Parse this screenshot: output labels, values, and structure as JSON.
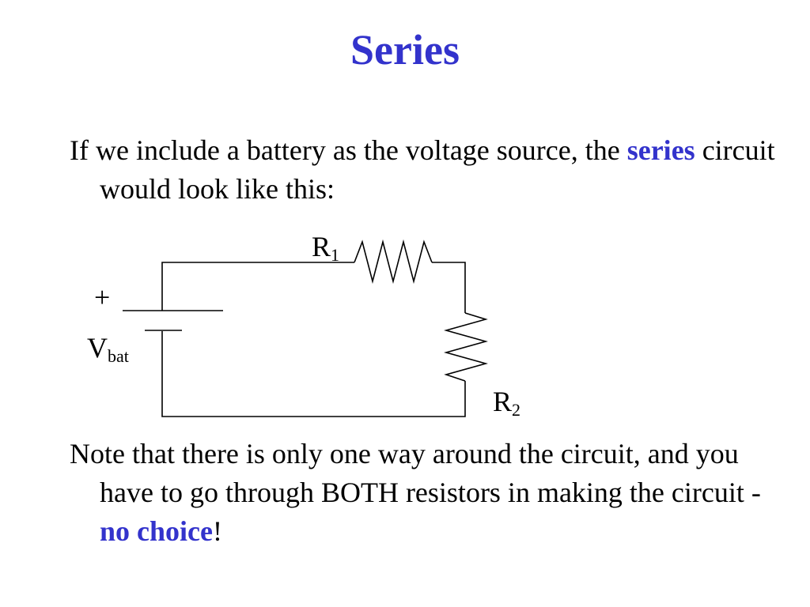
{
  "slide": {
    "title": "Series",
    "para1": {
      "before": "If we include a battery as the voltage source, the ",
      "highlight": "series",
      "after": " circuit would look like this:"
    },
    "para2": {
      "before": "Note that there is only one way around the circuit, and you have to go through BOTH resistors in making the circuit - ",
      "highlight": "no choice",
      "after": "!"
    }
  },
  "diagram": {
    "r1_main": "R",
    "r1_sub": "1",
    "r2_main": "R",
    "r2_sub": "2",
    "vbat_main": "V",
    "vbat_sub": "bat",
    "plus": "+"
  },
  "colors": {
    "title": "#3333cc",
    "highlight": "#3333cc",
    "text": "#000000",
    "wire": "#000000"
  }
}
